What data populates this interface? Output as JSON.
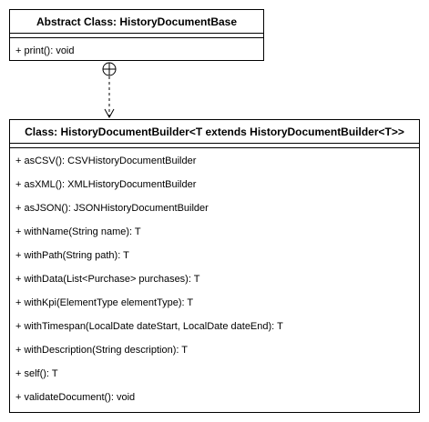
{
  "base_class": {
    "header": "Abstract Class: HistoryDocumentBase",
    "methods": [
      "+ print(): void"
    ]
  },
  "builder_class": {
    "header": "Class: HistoryDocumentBuilder<T extends HistoryDocumentBuilder<T>>",
    "methods": [
      "+ asCSV(): CSVHistoryDocumentBuilder",
      "+ asXML(): XMLHistoryDocumentBuilder",
      "+ asJSON(): JSONHistoryDocumentBuilder",
      "+ withName(String name): T",
      "+ withPath(String path): T",
      "+ withData(List<Purchase> purchases): T",
      "+ withKpi(ElementType elementType): T",
      "+ withTimespan(LocalDate dateStart, LocalDate dateEnd): T",
      "+ withDescription(String description): T",
      "+ self(): T",
      "+ validateDocument(): void"
    ]
  },
  "relationship": {
    "type": "nesting-dependency",
    "source": "builder_class",
    "target": "base_class"
  }
}
